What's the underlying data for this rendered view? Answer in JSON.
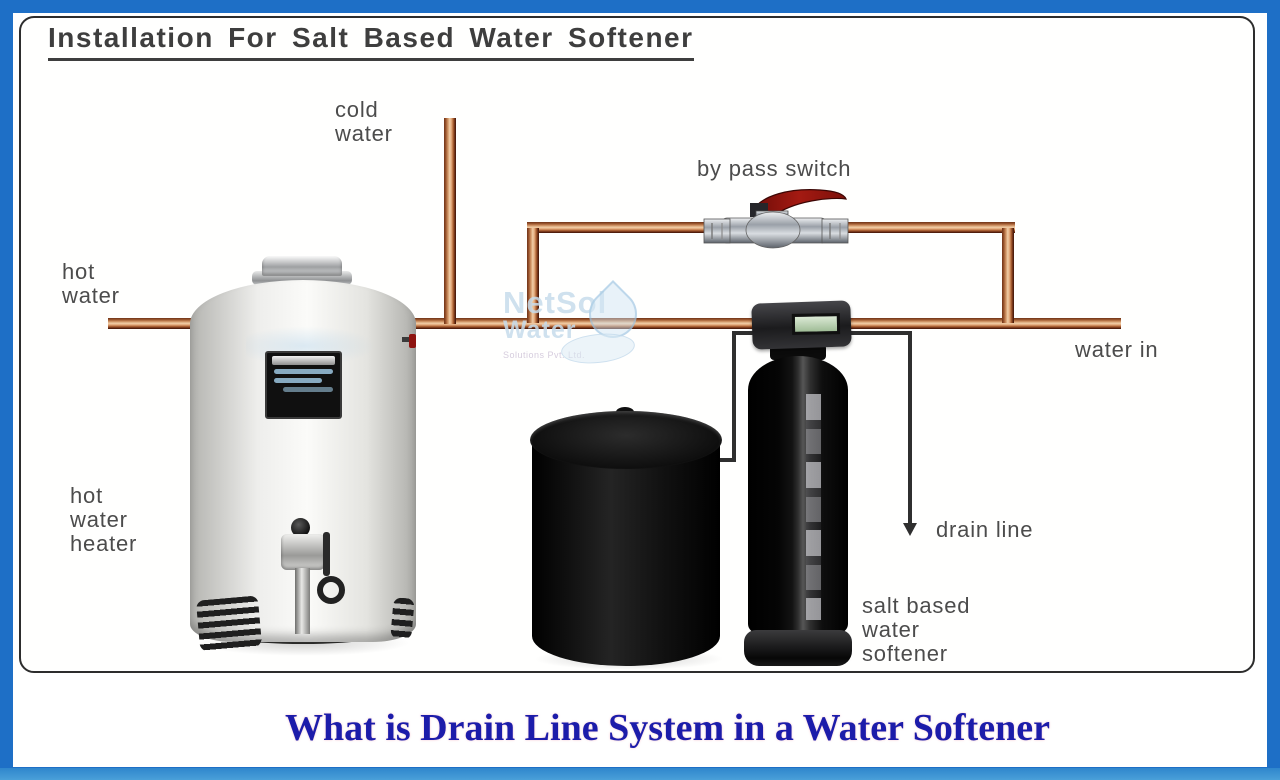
{
  "title": "Installation For Salt Based Water Softener",
  "caption": "What is Drain Line System in a Water Softener",
  "labels": {
    "cold_water": {
      "lines": [
        "cold",
        "water"
      ]
    },
    "hot_water": {
      "lines": [
        "hot",
        "water"
      ]
    },
    "hot_water_heater": {
      "lines": [
        "hot",
        "water",
        "heater"
      ]
    },
    "bypass_switch": "by pass switch",
    "water_in": "water in",
    "drain_line": "drain line",
    "salt_softener": {
      "lines": [
        "salt based",
        "water",
        "softener"
      ]
    }
  },
  "watermark": {
    "name_top": "NetSol",
    "name_bottom": "Water",
    "tagline": "Solutions Pvt. Ltd."
  },
  "colors": {
    "frame_blue": "#1e6fc6",
    "frame_blue_bottom": "#4aa0d8",
    "pipe_copper_light": "#f0cda6",
    "pipe_copper_dark": "#5e2511",
    "valve_handle_red": "#8e1410",
    "lcd_green": "#c3d8ba",
    "caption_blue": "#1c1caa",
    "title_gray": "#3e3e3e",
    "label_gray": "#4c4c4c",
    "watermark_blue": "#c7dcec"
  }
}
